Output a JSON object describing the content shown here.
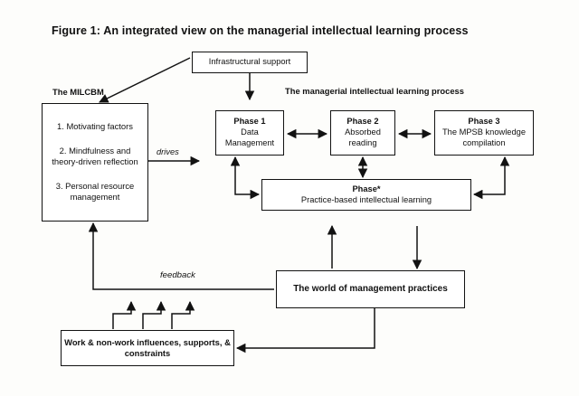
{
  "figure": {
    "title": "Figure 1: An integrated view on the managerial intellectual learning process"
  },
  "captions": {
    "milcbm": "The MILCBM",
    "process": "The managerial intellectual learning process"
  },
  "labels": {
    "drives": "drives",
    "feedback": "feedback"
  },
  "nodes": {
    "infrastructural_support": {
      "text": "Infrastructural support"
    },
    "milcbm": {
      "items": [
        "1. Motivating factors",
        "2. Mindfulness and",
        "theory-driven reflection",
        "3. Personal resource",
        "management"
      ],
      "item_1": "1. Motivating factors",
      "item_2_line_1": "2. Mindfulness and",
      "item_2_line_2": "theory-driven reflection",
      "item_3_line_1": "3. Personal resource",
      "item_3_line_2": "management"
    },
    "phase_1": {
      "title": "Phase 1",
      "line_1": "Data",
      "line_2": "Management"
    },
    "phase_2": {
      "title": "Phase 2",
      "line_1": "Absorbed",
      "line_2": "reading"
    },
    "phase_3": {
      "title": "Phase 3",
      "line_1": "The MPSB knowledge",
      "line_2": "compilation"
    },
    "phase_star": {
      "title": "Phase*",
      "line_1": "Practice-based intellectual learning"
    },
    "world": {
      "text": "The world of management practices"
    },
    "work_influences": {
      "line_1": "Work & non-work influences, supports, &",
      "line_2": "constraints"
    }
  },
  "colors": {
    "stroke": "#121212",
    "text": "#111111",
    "background": "#fdfdfb"
  }
}
